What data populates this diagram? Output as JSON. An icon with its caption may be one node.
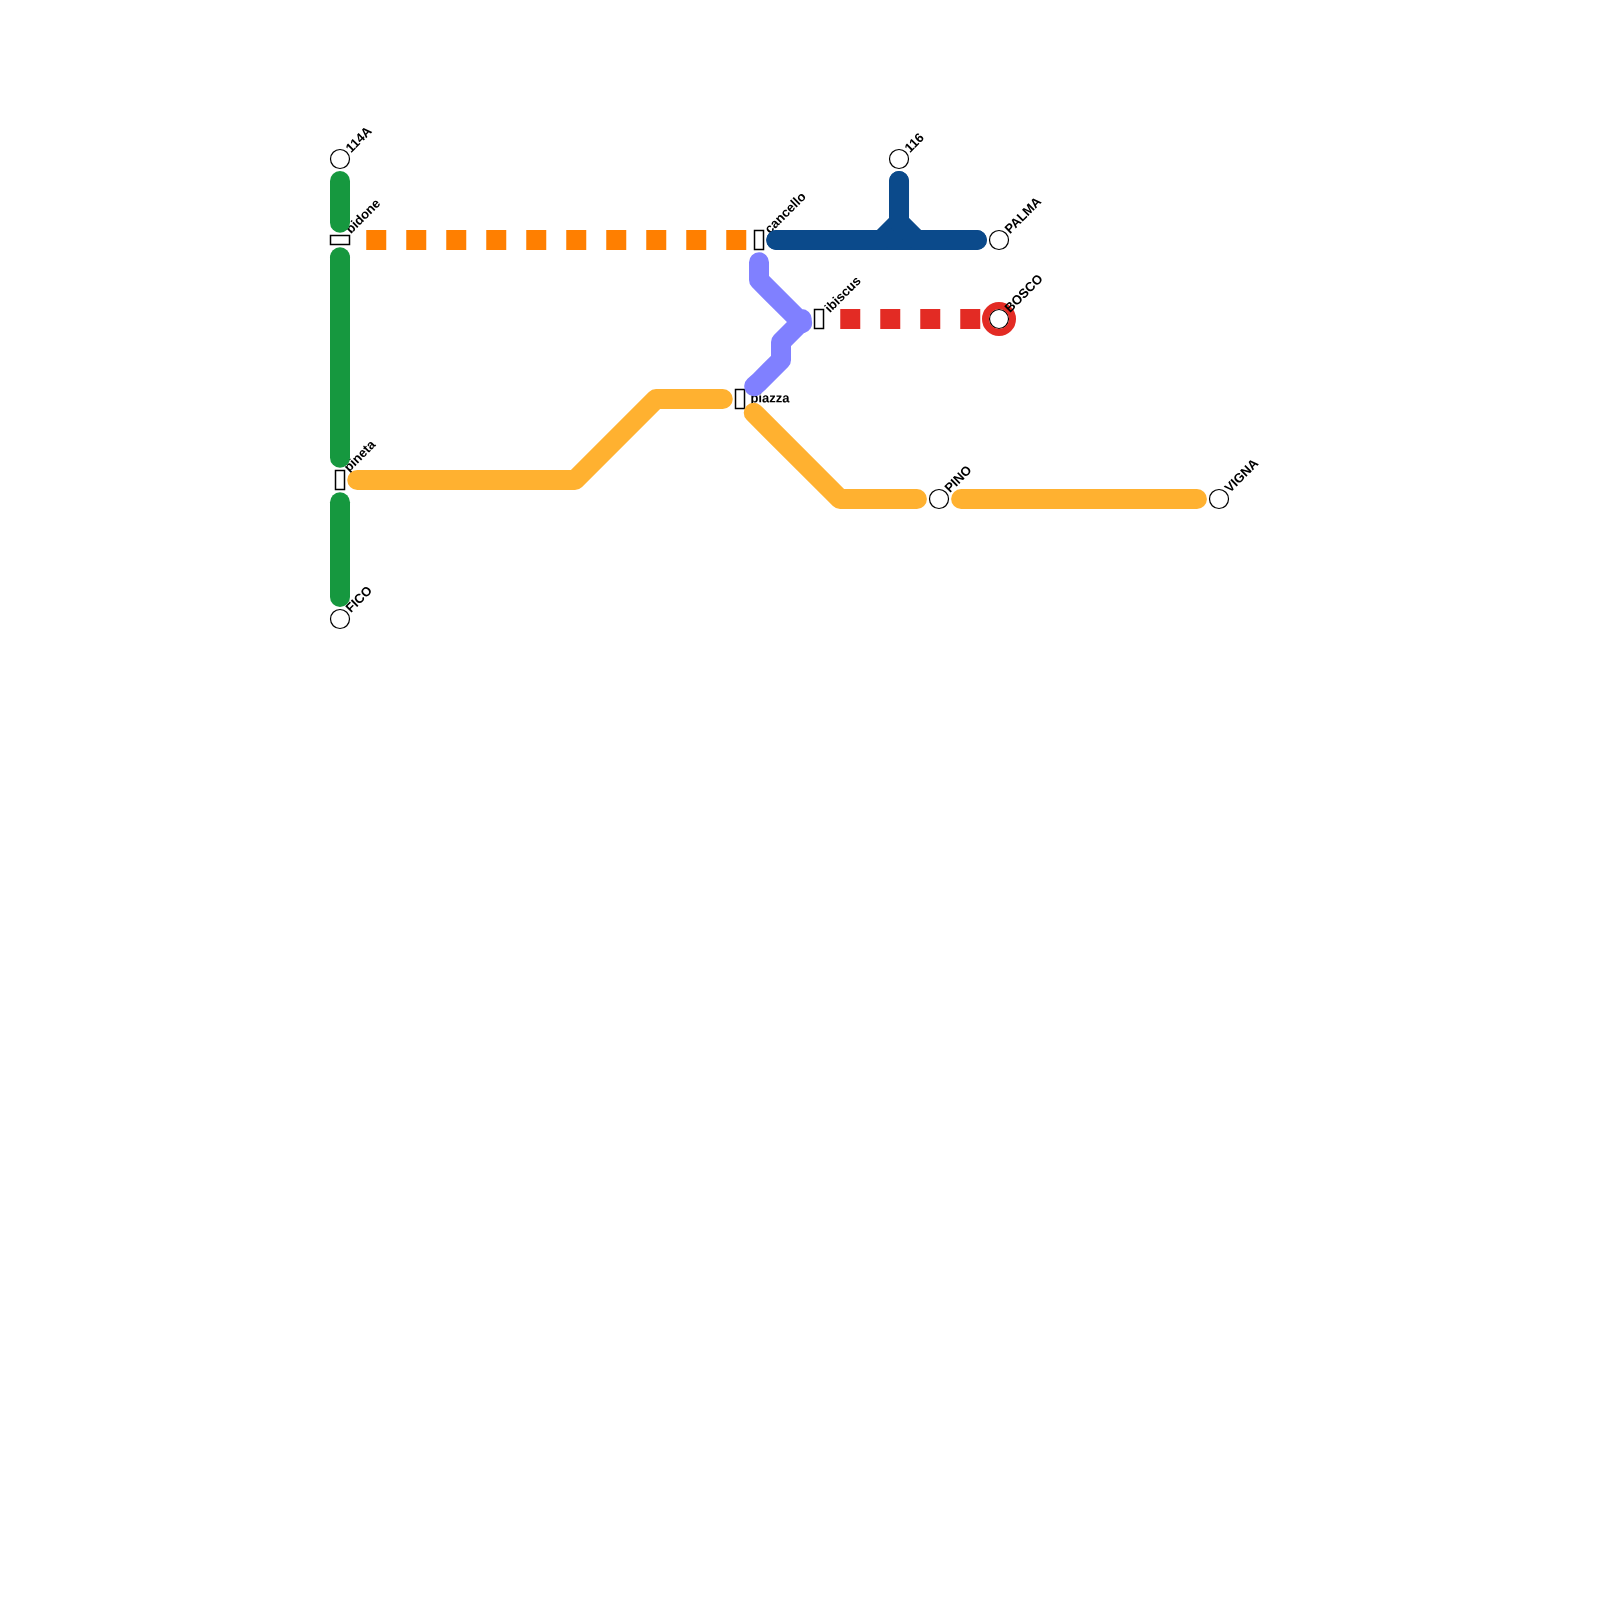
{
  "diagram": {
    "nodes": [
      {
        "text": [
          "114A"
        ]
      },
      {
        "text": [
          "116"
        ]
      },
      {
        "text": [
          "bidone"
        ]
      },
      {
        "text": [
          "cancello"
        ]
      },
      {
        "text": [
          "PALMA"
        ]
      },
      {
        "text": [
          "ibiscus"
        ]
      },
      {
        "text": [
          "BOSCO"
        ]
      },
      {
        "text": [
          "piazza"
        ]
      },
      {
        "text": [
          "pineta"
        ]
      },
      {
        "text": [
          "PINO"
        ]
      },
      {
        "text": [
          "VIGNA"
        ]
      },
      {
        "text": [
          "FICO"
        ]
      }
    ],
    "edges": [
      {
        "from": 0,
        "to": 2,
        "arrow": "none",
        "color": "#16983f"
      },
      {
        "from": 2,
        "to": 8,
        "arrow": "none",
        "color": "#16983f"
      },
      {
        "from": 8,
        "to": 11,
        "arrow": "none",
        "color": "#16983f"
      },
      {
        "from": 2,
        "to": 3,
        "arrow": "none",
        "style": "dashed",
        "color": "#ff7f00"
      },
      {
        "from": 3,
        "to": 4,
        "arrow": "none",
        "color": "#0b4a8b"
      },
      {
        "from": 1,
        "to": 3,
        "arrow": "none",
        "color": "#0b4a8b"
      },
      {
        "from": 1,
        "to": 4,
        "arrow": "none",
        "color": "#0b4a8b"
      },
      {
        "from": 3,
        "to": 5,
        "arrow": "none",
        "color": "#8080ff"
      },
      {
        "from": 7,
        "to": 5,
        "arrow": "none",
        "color": "#8080ff"
      },
      {
        "from": 5,
        "to": 6,
        "arrow": "none",
        "style": "dashed",
        "color": "#e32b24"
      },
      {
        "from": 8,
        "to": 7,
        "arrow": "none",
        "color": "#ffb130"
      },
      {
        "from": 7,
        "to": 9,
        "arrow": "none",
        "color": "#ffb130"
      },
      {
        "from": 9,
        "to": 10,
        "arrow": "none",
        "color": "#ffb130"
      }
    ]
  }
}
